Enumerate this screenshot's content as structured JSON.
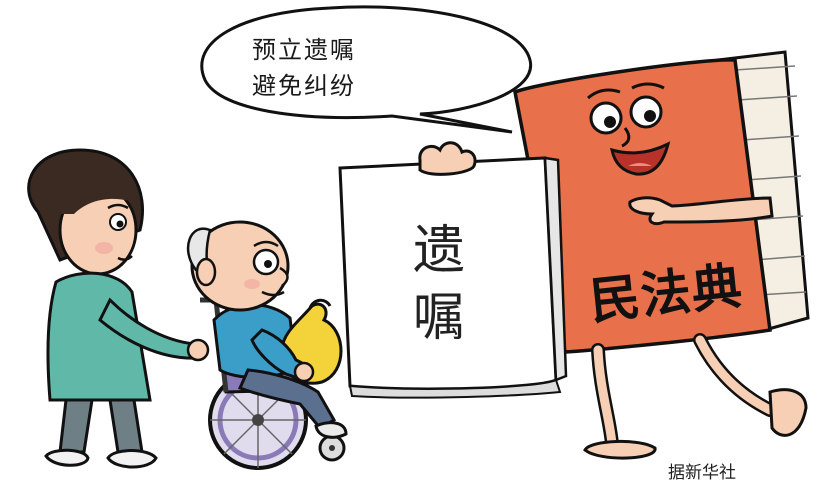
{
  "speech_bubble": {
    "line1": "预立遗嘱",
    "line2": "避免纠纷"
  },
  "sign": {
    "line1": "遗",
    "line2": "嘱"
  },
  "book": {
    "title": "民法典"
  },
  "credit": "据新华社",
  "colors": {
    "book_cover": "#e8704a",
    "nurse_uniform": "#5fb8a8",
    "elder_shirt": "#3a9ec9",
    "money_bag": "#f3d23a",
    "wheelchair_seat": "#8b7ab8",
    "skin": "#f6cfb4"
  }
}
